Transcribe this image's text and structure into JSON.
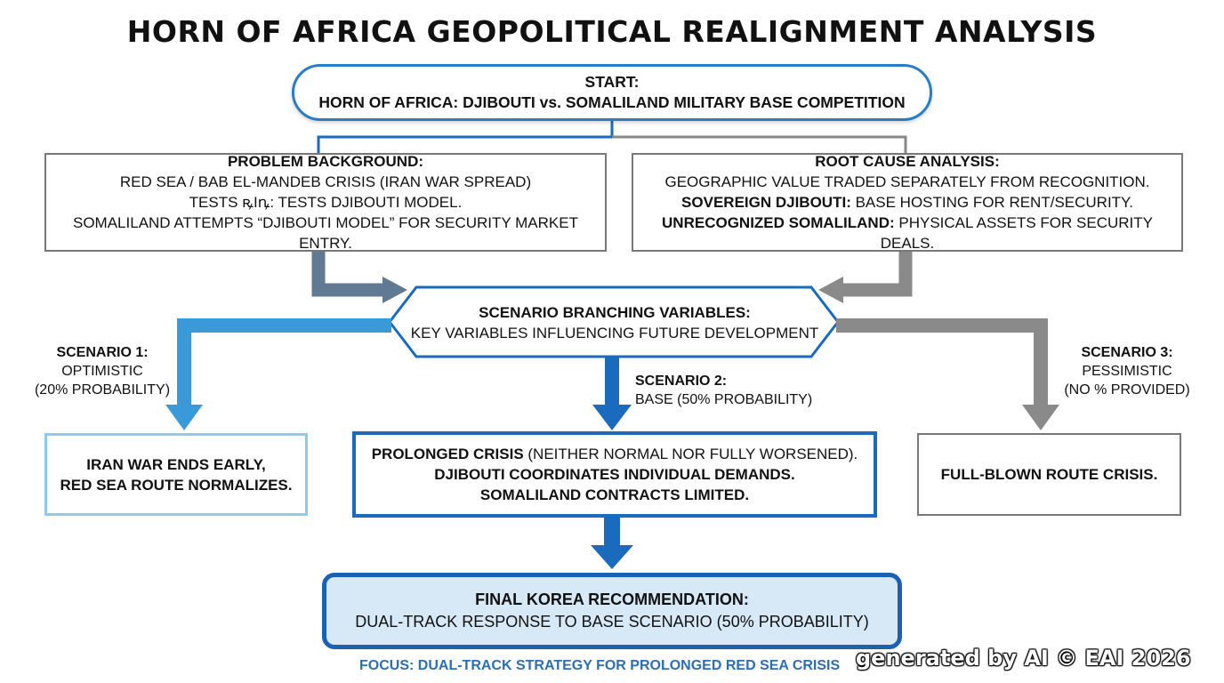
{
  "title": "HORN OF AFRICA GEOPOLITICAL REALIGNMENT ANALYSIS",
  "start": {
    "heading": "START:",
    "text": "HORN OF AFRICA: DJIBOUTI vs. SOMALILAND MILITARY BASE COMPETITION"
  },
  "problem": {
    "heading": "PROBLEM BACKGROUND:",
    "line1": "RED SEA / BAB EL-MANDEB CRISIS (IRAN WAR SPREAD)",
    "line2": "TESTS ꝶIꝴ: TESTS DJIBOUTI MODEL.",
    "line3": "SOMALILAND ATTEMPTS “DJIBOUTI MODEL” FOR SECURITY MARKET ENTRY."
  },
  "rootcause": {
    "heading": "ROOT CAUSE ANALYSIS:",
    "line1": "GEOGRAPHIC VALUE TRADED SEPARATELY FROM RECOGNITION.",
    "line2_bold": "SOVEREIGN DJIBOUTI:",
    "line2_rest": " BASE HOSTING FOR RENT/SECURITY.",
    "line3_bold": "UNRECOGNIZED SOMALILAND:",
    "line3_rest": " PHYSICAL ASSETS FOR SECURITY DEALS."
  },
  "variables": {
    "heading": "SCENARIO BRANCHING VARIABLES:",
    "text": "KEY VARIABLES INFLUENCING FUTURE DEVELOPMENT"
  },
  "scenario1": {
    "heading": "SCENARIO 1:",
    "type": "OPTIMISTIC",
    "prob": "(20% PROBABILITY)",
    "line1": "IRAN WAR ENDS EARLY,",
    "line2": "RED SEA ROUTE NORMALIZES."
  },
  "scenario2": {
    "heading": "SCENARIO 2:",
    "type": "BASE (50% PROBABILITY)",
    "line1_bold": "PROLONGED CRISIS",
    "line1_rest": " (NEITHER NORMAL NOR FULLY WORSENED).",
    "line2": "DJIBOUTI COORDINATES INDIVIDUAL DEMANDS.",
    "line3": "SOMALILAND CONTRACTS LIMITED."
  },
  "scenario3": {
    "heading": "SCENARIO 3:",
    "type": "PESSIMISTIC",
    "prob": "(NO % PROVIDED)",
    "line1": "FULL-BLOWN ROUTE CRISIS."
  },
  "final": {
    "heading": "FINAL KOREA RECOMMENDATION:",
    "text": "DUAL-TRACK RESPONSE TO BASE SCENARIO (50% PROBABILITY)"
  },
  "focus": "FOCUS: DUAL-TRACK STRATEGY FOR PROLONGED RED SEA CRISIS",
  "watermark": "generated by AI © EAI 2026",
  "colors": {
    "blue_dark": "#1a6bbd",
    "blue_light": "#3a9ad9",
    "gray": "#8a8a8a",
    "slate": "#5f7a92",
    "final_fill": "#d7e8f7"
  }
}
